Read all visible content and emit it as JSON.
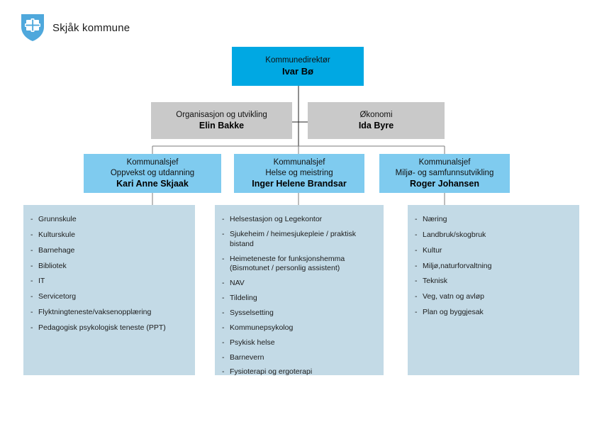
{
  "header": {
    "logo_icon": "shield-cross-icon",
    "brand": "Skjåk kommune",
    "brand_color": "#4FA8DC"
  },
  "palette": {
    "director_box": "#00A8E3",
    "staff_box": "#C9C9C9",
    "department_box": "#7FCBEF",
    "service_panel": "#C3DAE6",
    "connector_line": "#222222",
    "page_background": "#FFFFFF"
  },
  "chart": {
    "director": {
      "role": "Kommunedirektør",
      "person": "Ivar Bø"
    },
    "staff": [
      {
        "role": "Organisasjon og utvikling",
        "person": "Elin Bakke"
      },
      {
        "role": "Økonomi",
        "person": "Ida Byre"
      }
    ],
    "departments": [
      {
        "title": "Kommunalsjef",
        "area": "Oppvekst og utdanning",
        "person": "Kari Anne Skjaak",
        "services": [
          "Grunnskule",
          "Kulturskule",
          "Barnehage",
          "Bibliotek",
          "IT",
          "Servicetorg",
          "Flyktningteneste/vaksenopplæring",
          "Pedagogisk psykologisk teneste (PPT)"
        ]
      },
      {
        "title": "Kommunalsjef",
        "area": "Helse og meistring",
        "person": "Inger Helene Brandsar",
        "services": [
          "Helsestasjon og Legekontor",
          "Sjukeheim / heimesjukepleie / praktisk bistand",
          "Heimeteneste for funksjonshemma (Bismotunet / personlig assistent)",
          "NAV",
          "Tildeling",
          "Sysselsetting",
          "Kommunepsykolog",
          "Psykisk helse",
          "Barnevern",
          "Fysioterapi og ergoterapi"
        ]
      },
      {
        "title": "Kommunalsjef",
        "area": "Miljø- og samfunnsutvikling",
        "person": "Roger Johansen",
        "services": [
          "Næring",
          "Landbruk/skogbruk",
          "Kultur",
          "Miljø,naturforvaltning",
          "Teknisk",
          "Veg, vatn og avløp",
          "Plan og byggjesak"
        ]
      }
    ]
  },
  "list_marker": "-"
}
